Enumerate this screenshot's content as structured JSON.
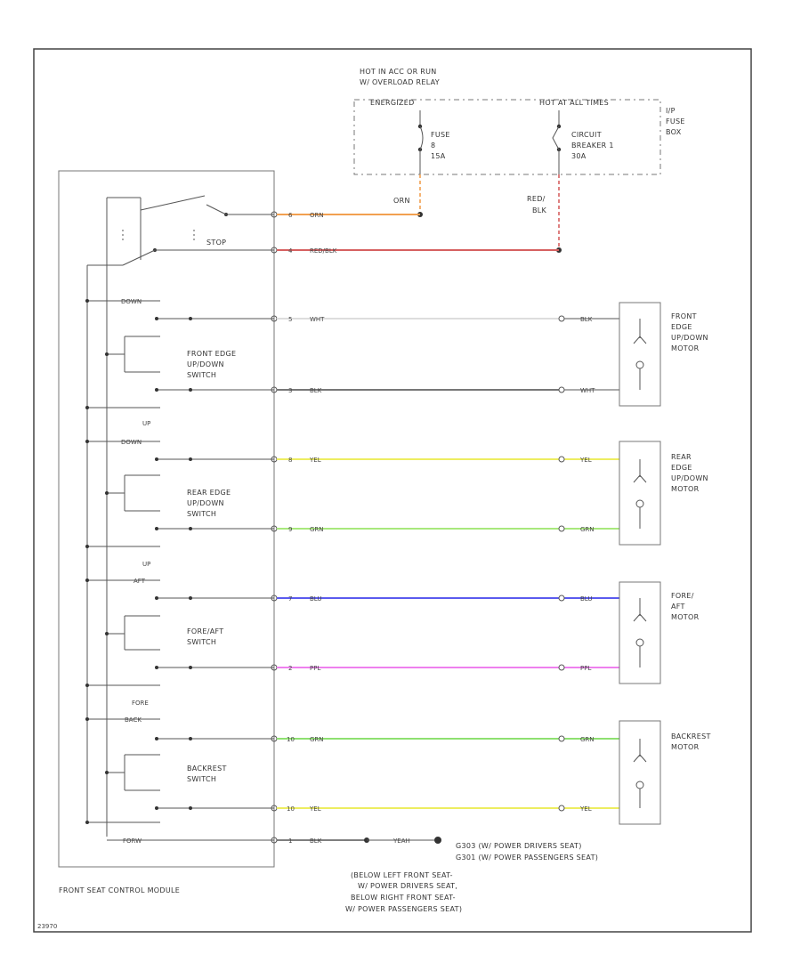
{
  "relay": {
    "l1": "HOT IN ACC OR RUN",
    "l2": "W/ OVERLOAD RELAY",
    "l3": "ENERGIZED"
  },
  "hot_all": "HOT AT ALL TIMES",
  "fuse_box": {
    "l1": "I/P",
    "l2": "FUSE",
    "l3": "BOX"
  },
  "fuse": {
    "l1": "FUSE",
    "l2": "8",
    "l3": "15A"
  },
  "breaker": {
    "l1": "CIRCUIT",
    "l2": "BREAKER 1",
    "l3": "30A"
  },
  "orn": "ORN",
  "red_blk": {
    "l1": "RED/",
    "l2": "BLK"
  },
  "stop": "STOP",
  "down1": "DOWN",
  "up1": "UP",
  "down2": "DOWN",
  "up2": "UP",
  "aft": "AFT",
  "fore": "FORE",
  "back": "BACK",
  "forw": "FORW",
  "sw1": {
    "l1": "FRONT EDGE",
    "l2": "UP/DOWN",
    "l3": "SWITCH"
  },
  "sw2": {
    "l1": "REAR EDGE",
    "l2": "UP/DOWN",
    "l3": "SWITCH"
  },
  "sw3": {
    "l1": "FORE/AFT",
    "l2": "SWITCH"
  },
  "sw4": {
    "l1": "BACKREST",
    "l2": "SWITCH"
  },
  "m1": {
    "l1": "FRONT",
    "l2": "EDGE",
    "l3": "UP/DOWN",
    "l4": "MOTOR"
  },
  "m2": {
    "l1": "REAR",
    "l2": "EDGE",
    "l3": "UP/DOWN",
    "l4": "MOTOR"
  },
  "m3": {
    "l1": "FORE/",
    "l2": "AFT",
    "l3": "MOTOR"
  },
  "m4": {
    "l1": "BACKREST",
    "l2": "MOTOR"
  },
  "wires": {
    "w1": {
      "pin": "6",
      "color_name": "ORN",
      "stroke": "#f2a050"
    },
    "w2": {
      "pin": "4",
      "color_name": "RED/BLK",
      "stroke": "#d66060"
    },
    "w3": {
      "pin": "5",
      "color_name": "WHT",
      "right": "BLK",
      "stroke": "#dddddd"
    },
    "w4": {
      "pin": "3",
      "color_name": "BLK",
      "right": "WHT",
      "stroke": "#777777"
    },
    "w5": {
      "pin": "8",
      "color_name": "YEL",
      "right": "YEL",
      "stroke": "#eded60"
    },
    "w6": {
      "pin": "9",
      "color_name": "GRN",
      "right": "GRN",
      "stroke": "#a8e87c"
    },
    "w7": {
      "pin": "7",
      "color_name": "BLU",
      "right": "BLU",
      "stroke": "#5a5aee"
    },
    "w8": {
      "pin": "2",
      "color_name": "PPL",
      "right": "PPL",
      "stroke": "#ee80ee"
    },
    "w9": {
      "pin": "10",
      "color_name": "GRN",
      "right": "GRN",
      "stroke": "#8ee070"
    },
    "w10": {
      "pin": "10",
      "color_name": "YEL",
      "right": "YEL",
      "stroke": "#eded60"
    },
    "w11": {
      "pin": "1",
      "color_name": "BLK",
      "right": "YEAH",
      "stroke": "#555555"
    }
  },
  "ground": {
    "l1": "G303 (W/ POWER DRIVERS SEAT)",
    "l2": "G301 (W/ POWER PASSENGERS SEAT)"
  },
  "location": {
    "l1": "(BELOW LEFT FRONT SEAT-",
    "l2": "W/ POWER DRIVERS SEAT,",
    "l3": "BELOW RIGHT FRONT SEAT-",
    "l4": "W/ POWER PASSENGERS SEAT)"
  },
  "module_label": "FRONT SEAT CONTROL MODULE",
  "code": "23970"
}
